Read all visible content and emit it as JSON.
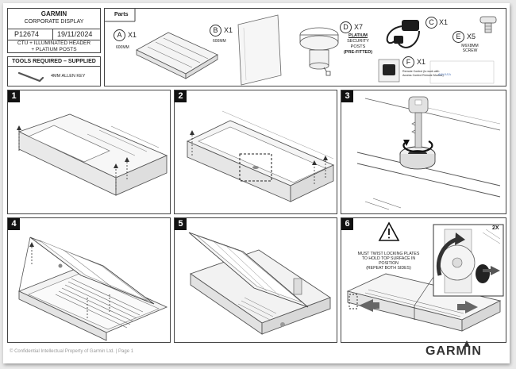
{
  "header": {
    "brand": "GARMIN",
    "product": "CORPORATE DISPLAY",
    "part_number": "P12674",
    "date": "19/11/2024",
    "description_line1": "CTU + ILLUMINATED HEADER",
    "description_line2": "+ PLATIUM POSTS"
  },
  "tools": {
    "title": "TOOLS REQUIRED – SUPPLIED",
    "item": "4MM ALLEN KEY"
  },
  "parts": {
    "title": "Parts",
    "a": {
      "letter": "A",
      "qty": "X1",
      "size": "600MM"
    },
    "b": {
      "letter": "B",
      "qty": "X1",
      "size": "600MM"
    },
    "c": {
      "letter": "C",
      "qty": "X1"
    },
    "d": {
      "letter": "D",
      "qty": "X7",
      "line1": "PLATIUM",
      "line2": "SECURITY",
      "line3": "POSTS",
      "line4": "(PRE-FITTED)"
    },
    "e": {
      "letter": "E",
      "qty": "X5",
      "line1": "M6X8MM",
      "line2": "SCREW"
    },
    "f": {
      "letter": "F",
      "qty": "X1",
      "note1": "Remote Control (to work with",
      "note2": "Access Control Remote Module)",
      "label": "AKKASA"
    }
  },
  "steps": [
    "1",
    "2",
    "3",
    "4",
    "5",
    "6"
  ],
  "step6": {
    "note1": "MUST TWIST LOCKING PLATES",
    "note2": "TO HOLD TOP SURFACE IN",
    "note3": "POSITION",
    "note4": "(REPEAT BOTH SIDES)",
    "multiplier": "2X"
  },
  "footer": {
    "text": "© Confidential Intellectual Property of Garmin Ltd. | Page 1",
    "logo": "GARMIN"
  }
}
